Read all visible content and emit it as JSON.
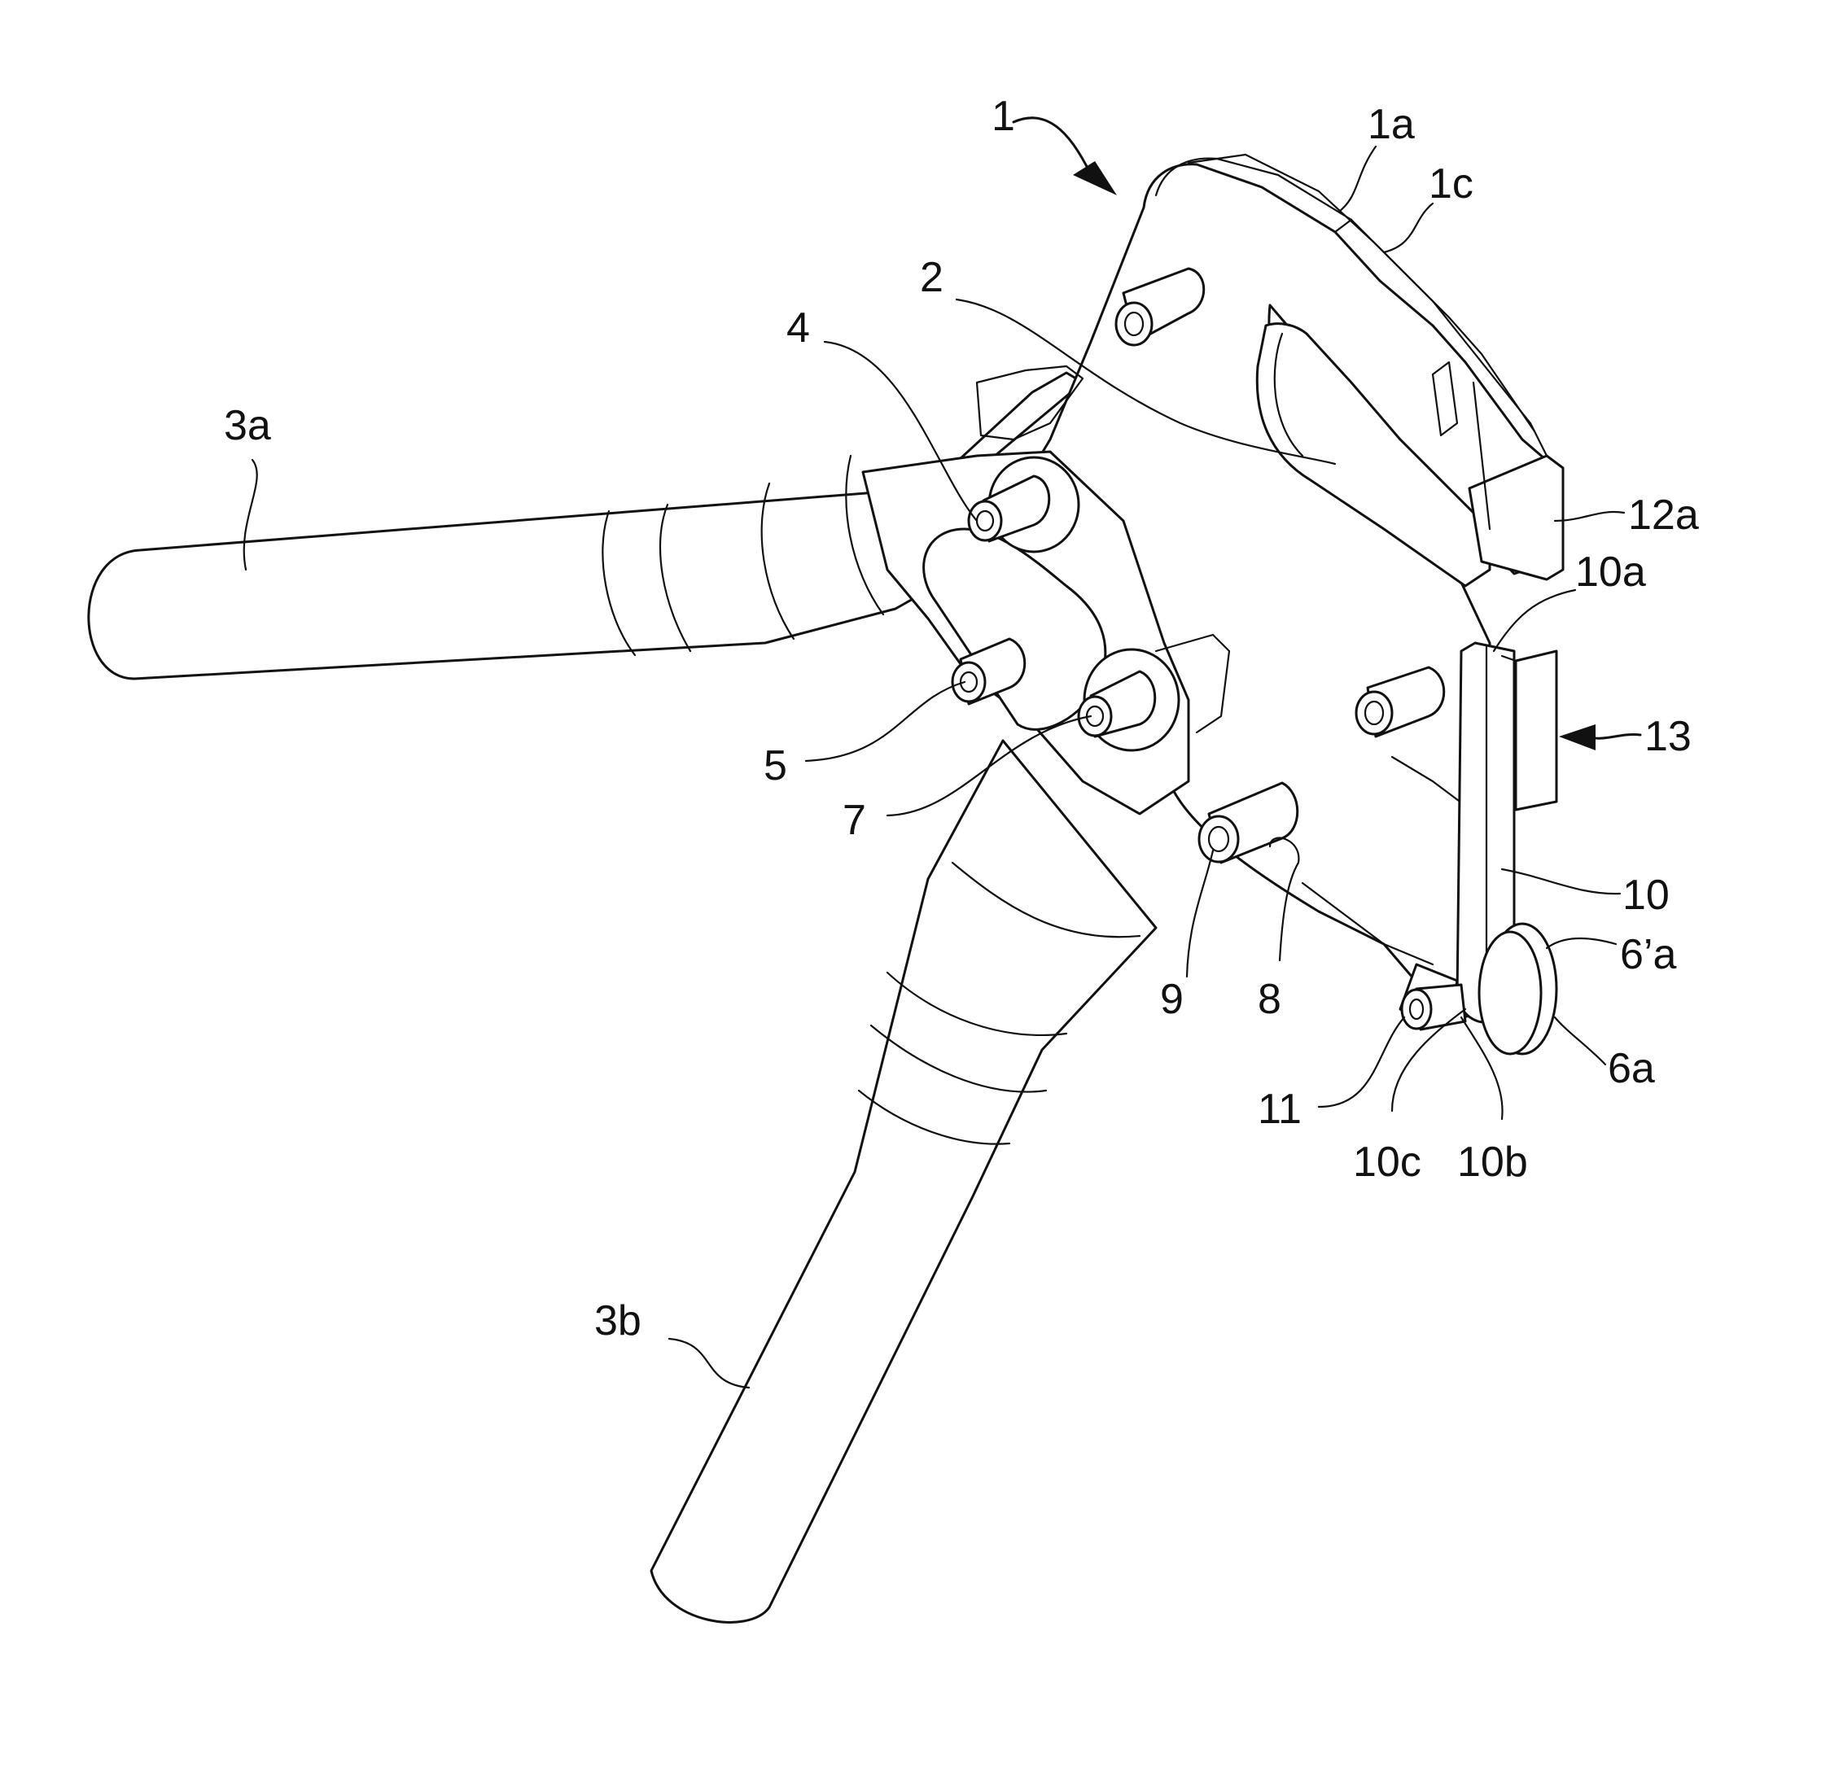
{
  "figure": {
    "labels": {
      "l1": "1",
      "l1a": "1a",
      "l1c": "1c",
      "l2": "2",
      "l3a": "3a",
      "l3b": "3b",
      "l4": "4",
      "l5": "5",
      "l6pa": "6’a",
      "l6a": "6a",
      "l7": "7",
      "l8": "8",
      "l9": "9",
      "l10": "10",
      "l10a": "10a",
      "l10b": "10b",
      "l10c": "10c",
      "l11": "11",
      "l12a": "12a",
      "l13": "13"
    }
  }
}
